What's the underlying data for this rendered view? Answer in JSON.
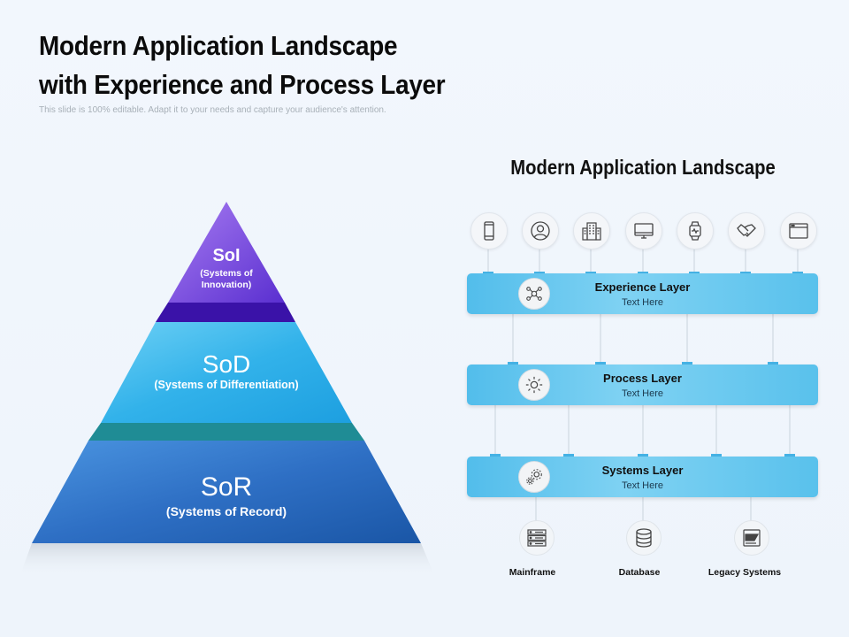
{
  "header": {
    "title_line1": "Modern Application Landscape",
    "title_line2": "with Experience and Process Layer",
    "subtitle": "This slide is 100% editable. Adapt it to your needs and capture your audience's attention."
  },
  "pyramid": {
    "top": {
      "abbr": "SoI",
      "desc_line1": "(Systems of",
      "desc_line2": "Innovation)"
    },
    "middle": {
      "abbr": "SoD",
      "desc": "(Systems  of Differentiation)"
    },
    "bottom": {
      "abbr": "SoR",
      "desc": "(Systems of Record)"
    }
  },
  "landscape": {
    "title": "Modern Application Landscape",
    "channel_icons": [
      "smartphone-icon",
      "user-icon",
      "building-icon",
      "monitor-icon",
      "smartwatch-icon",
      "handshake-icon",
      "browser-window-icon"
    ],
    "layers": [
      {
        "name": "Experience Layer",
        "text": "Text Here",
        "icon": "network-people-icon"
      },
      {
        "name": "Process Layer",
        "text": "Text Here",
        "icon": "process-gear-icon"
      },
      {
        "name": "Systems Layer",
        "text": "Text Here",
        "icon": "gears-icon"
      }
    ],
    "systems": [
      {
        "label": "Mainframe",
        "icon": "server-rack-icon"
      },
      {
        "label": "Database",
        "icon": "database-icon"
      },
      {
        "label": "Legacy Systems",
        "icon": "sap-document-icon"
      }
    ]
  },
  "colors": {
    "top_tier": "#7b4fe0",
    "middle_tier": "#3cb8ec",
    "bottom_tier": "#2c6fc4",
    "layer_bar": "#62c6ee"
  }
}
